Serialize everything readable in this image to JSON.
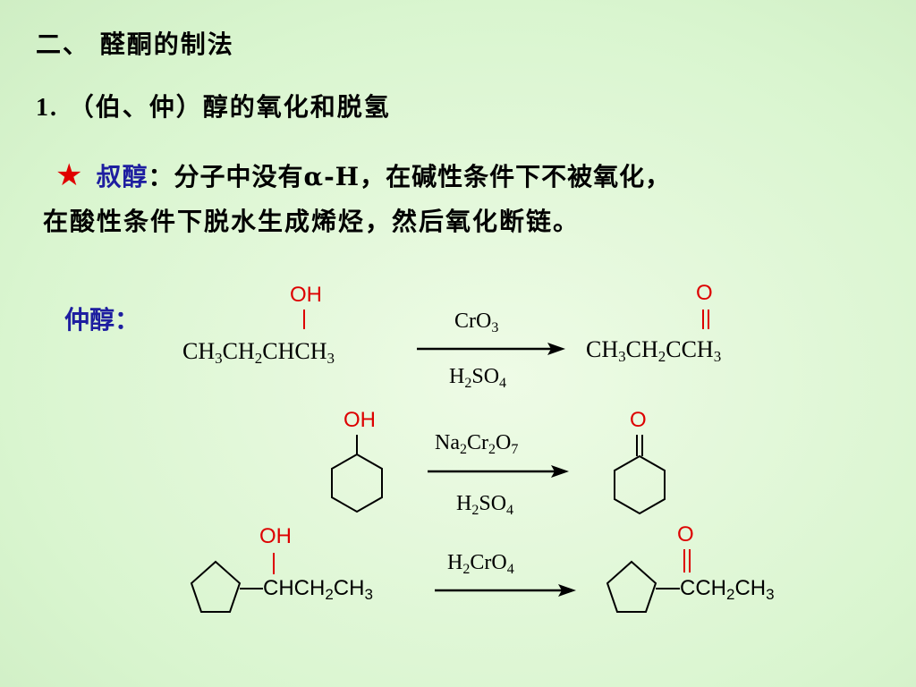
{
  "heading": "二、 醛酮的制法",
  "subheading": {
    "number": "1.",
    "text": "（伯、仲）醇的氧化和脱氢"
  },
  "tertiary": {
    "star": "★",
    "term": "叔醇",
    "colon": "：",
    "line1_rest": "分子中没有α-H，在碱性条件下不被氧化，",
    "line2": "在酸性条件下脱水生成烯烃，然后氧化断链。"
  },
  "secondary_label": "仲醇：",
  "reactions": [
    {
      "oh": "OH",
      "reactant": [
        "CH",
        "3",
        "CH",
        "2",
        "CHCH",
        "3"
      ],
      "reagent_top": [
        "CrO",
        "3"
      ],
      "reagent_bottom": [
        "H",
        "2",
        "SO",
        "4"
      ],
      "o": "O",
      "product": [
        "CH",
        "3",
        "CH",
        "2",
        "CCH",
        "3"
      ]
    },
    {
      "oh": "OH",
      "reagent_top": [
        "Na",
        "2",
        "Cr",
        "2",
        "O",
        "7"
      ],
      "reagent_bottom": [
        "H",
        "2",
        "SO",
        "4"
      ],
      "o": "O"
    },
    {
      "oh": "OH",
      "reactant": [
        "CHCH",
        "2",
        "CH",
        "3"
      ],
      "reagent_top": [
        "H",
        "2",
        "CrO",
        "4"
      ],
      "o": "O",
      "product": [
        "CCH",
        "2",
        "CH",
        "3"
      ]
    }
  ],
  "colors": {
    "red": "#dd0000",
    "blue": "#1e1ea0",
    "background": "#d9f5cf"
  }
}
